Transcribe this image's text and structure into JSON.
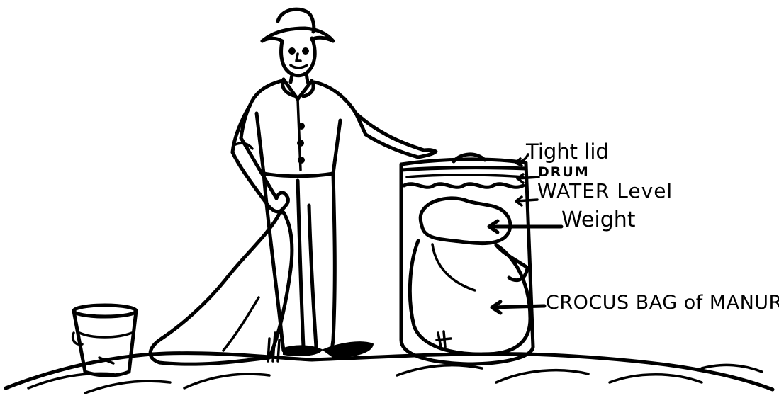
{
  "labels": {
    "lid": "Tight lid",
    "drum": "DRUM",
    "water": "WATER Level",
    "weight": "Weight",
    "bag": "CROCUS BAG of MANURE"
  },
  "icons": [
    "farmer-figure",
    "bucket",
    "empty-sack",
    "drum",
    "manure-bag",
    "weight-stone",
    "arrow"
  ],
  "colors": {
    "ink": "#000000",
    "background": "#ffffff"
  }
}
